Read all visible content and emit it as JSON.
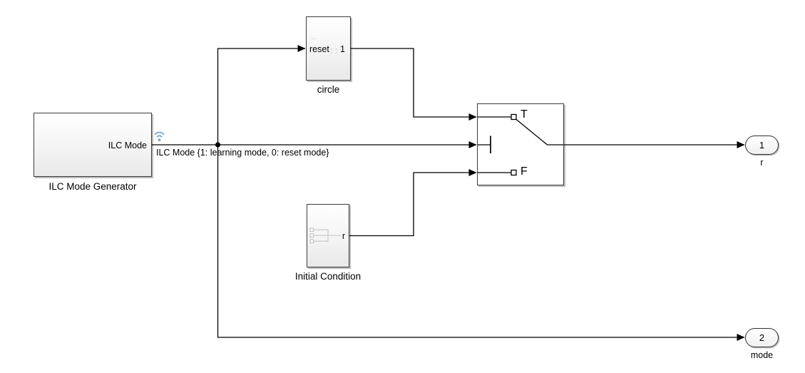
{
  "blocks": {
    "generator": {
      "name": "ILC Mode Generator",
      "output_port_label": "ILC Mode"
    },
    "circle": {
      "name": "circle",
      "input_port_label": "reset",
      "output_port_label": "1"
    },
    "switch": {
      "true_port_label": "T",
      "false_port_label": "F"
    },
    "initial_condition": {
      "name": "Initial Condition",
      "output_port_label": "r"
    },
    "outport_r": {
      "port_number": "1",
      "name": "r"
    },
    "outport_mode": {
      "port_number": "2",
      "name": "mode"
    }
  },
  "signal_labels": {
    "ilc_mode": "ILC Mode {1: learning mode, 0: reset mode}"
  },
  "icons": {
    "signal_logging_badge": "wifi-icon",
    "initial_condition_glyph": "signal-tree-icon"
  },
  "colors": {
    "wire": "#000000",
    "block_border": "#3c3c3c",
    "block_fill_top": "#ffffff",
    "block_fill_bottom": "#e9e9e9",
    "block_shadow": "#bdbdbd",
    "signal_logging_badge": "#76a7cd",
    "ic_glyph": "#c6c6c6"
  }
}
